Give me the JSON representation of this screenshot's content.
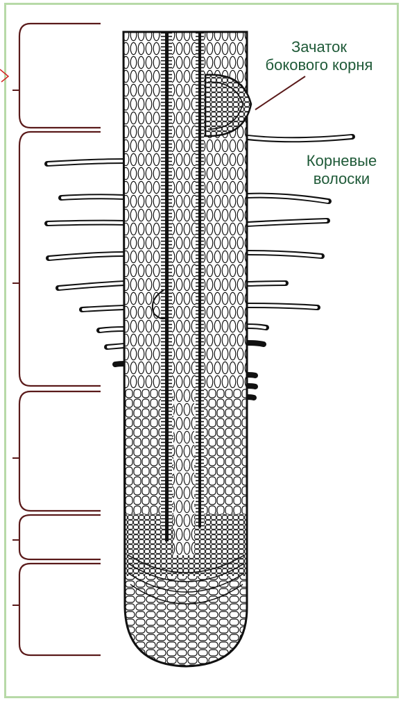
{
  "labels": {
    "lateral_root_line1": "Зачаток",
    "lateral_root_line2": "бокового корня",
    "root_hairs_line1": "Корневые",
    "root_hairs_line2": "волоски"
  },
  "colors": {
    "label_text": "#1f5a38",
    "bracket": "#5a1a1a",
    "frame": "#b7d9a7",
    "arrow_mark": "#d42020",
    "ink": "#111111"
  },
  "zones": [
    {
      "name": "zone-1",
      "label": ""
    },
    {
      "name": "zone-2",
      "label": ""
    },
    {
      "name": "zone-3",
      "label": ""
    },
    {
      "name": "zone-4",
      "label": ""
    },
    {
      "name": "zone-5",
      "label": ""
    }
  ]
}
